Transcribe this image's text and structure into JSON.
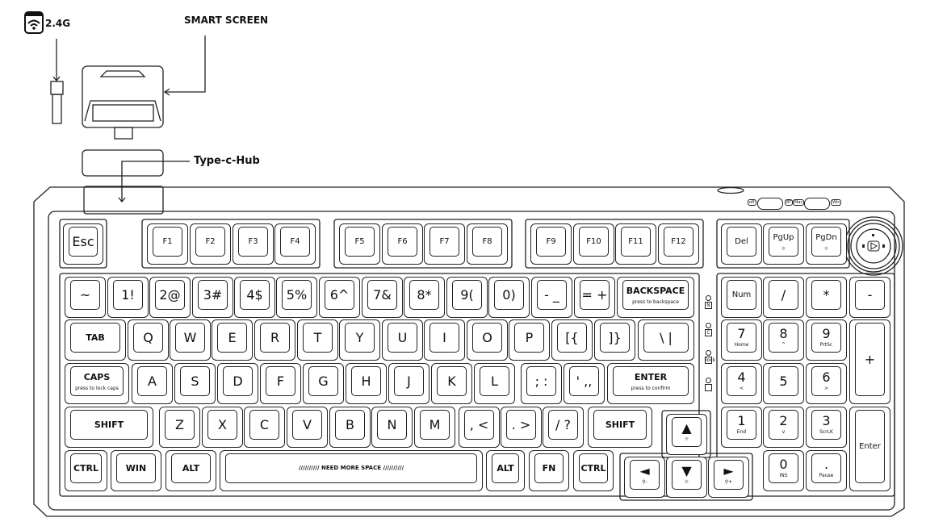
{
  "callouts": {
    "dongle_label": "2.4G",
    "smart_screen_label": "SMART SCREEN",
    "hub_label": "Type-c-Hub"
  },
  "icons": [
    "wifi-icon",
    "knob-play-icon",
    "volume-icon",
    "brightness-icon",
    "speed-icon",
    "lock-icon"
  ],
  "keyboard": {
    "space_label": "NEED MORE SPACE",
    "indicators": [
      "N",
      "C",
      "lock",
      ""
    ],
    "switches": [
      "off",
      "BT",
      "Mac",
      "Win"
    ],
    "rows": [
      [
        {
          "k": "Esc"
        },
        {
          "k": "F1"
        },
        {
          "k": "F2"
        },
        {
          "k": "F3"
        },
        {
          "k": "F4"
        },
        {
          "k": "F5"
        },
        {
          "k": "F6"
        },
        {
          "k": "F7"
        },
        {
          "k": "F8"
        },
        {
          "k": "F9"
        },
        {
          "k": "F10"
        },
        {
          "k": "F11"
        },
        {
          "k": "F12"
        },
        {
          "k": "Del"
        },
        {
          "k": "PgUp",
          "s": "☼"
        },
        {
          "k": "PgDn",
          "s": "☼"
        }
      ],
      [
        {
          "k": "~"
        },
        {
          "k": "1!"
        },
        {
          "k": "2@"
        },
        {
          "k": "3#"
        },
        {
          "k": "4$"
        },
        {
          "k": "5%"
        },
        {
          "k": "6^"
        },
        {
          "k": "7&"
        },
        {
          "k": "8*"
        },
        {
          "k": "9("
        },
        {
          "k": "0)"
        },
        {
          "k": "- _"
        },
        {
          "k": "= +"
        },
        {
          "k": "BACKSPACE",
          "s": "press to backspace"
        },
        {
          "k": "Num"
        },
        {
          "k": "/"
        },
        {
          "k": "*"
        },
        {
          "k": "-"
        }
      ],
      [
        {
          "k": "TAB"
        },
        {
          "k": "Q"
        },
        {
          "k": "W"
        },
        {
          "k": "E"
        },
        {
          "k": "R"
        },
        {
          "k": "T"
        },
        {
          "k": "Y"
        },
        {
          "k": "U"
        },
        {
          "k": "I"
        },
        {
          "k": "O"
        },
        {
          "k": "P"
        },
        {
          "k": "[{"
        },
        {
          "k": "]}"
        },
        {
          "k": "\\ |"
        },
        {
          "k": "7",
          "s": "Home"
        },
        {
          "k": "8",
          "s": "^"
        },
        {
          "k": "9",
          "s": "PrtSc"
        },
        {
          "k": "+"
        }
      ],
      [
        {
          "k": "CAPS",
          "s": "press to lock caps"
        },
        {
          "k": "A"
        },
        {
          "k": "S"
        },
        {
          "k": "D"
        },
        {
          "k": "F"
        },
        {
          "k": "G"
        },
        {
          "k": "H"
        },
        {
          "k": "J"
        },
        {
          "k": "K"
        },
        {
          "k": "L"
        },
        {
          "k": "; :"
        },
        {
          "k": "' ,,"
        },
        {
          "k": "ENTER",
          "s": "press to confirm"
        },
        {
          "k": "4",
          "s": "<"
        },
        {
          "k": "5"
        },
        {
          "k": "6",
          "s": ">"
        }
      ],
      [
        {
          "k": "SHIFT"
        },
        {
          "k": "Z"
        },
        {
          "k": "X"
        },
        {
          "k": "C"
        },
        {
          "k": "V"
        },
        {
          "k": "B"
        },
        {
          "k": "N"
        },
        {
          "k": "M"
        },
        {
          "k": ", <"
        },
        {
          "k": ". >"
        },
        {
          "k": "/ ?"
        },
        {
          "k": "SHIFT"
        },
        {
          "k": "▲",
          "s": "☼"
        },
        {
          "k": "1",
          "s": "End"
        },
        {
          "k": "2",
          "s": "v"
        },
        {
          "k": "3",
          "s": "ScrLK"
        },
        {
          "k": "Enter"
        }
      ],
      [
        {
          "k": "CTRL"
        },
        {
          "k": "WIN"
        },
        {
          "k": "ALT"
        },
        {
          "k": ""
        },
        {
          "k": "ALT"
        },
        {
          "k": "FN"
        },
        {
          "k": "CTRL"
        },
        {
          "k": "◄",
          "s": "⚲-"
        },
        {
          "k": "▼",
          "s": "☼"
        },
        {
          "k": "►",
          "s": "⚲+"
        },
        {
          "k": "0",
          "s": "INS"
        },
        {
          "k": ".",
          "s": "Pause"
        }
      ]
    ]
  }
}
